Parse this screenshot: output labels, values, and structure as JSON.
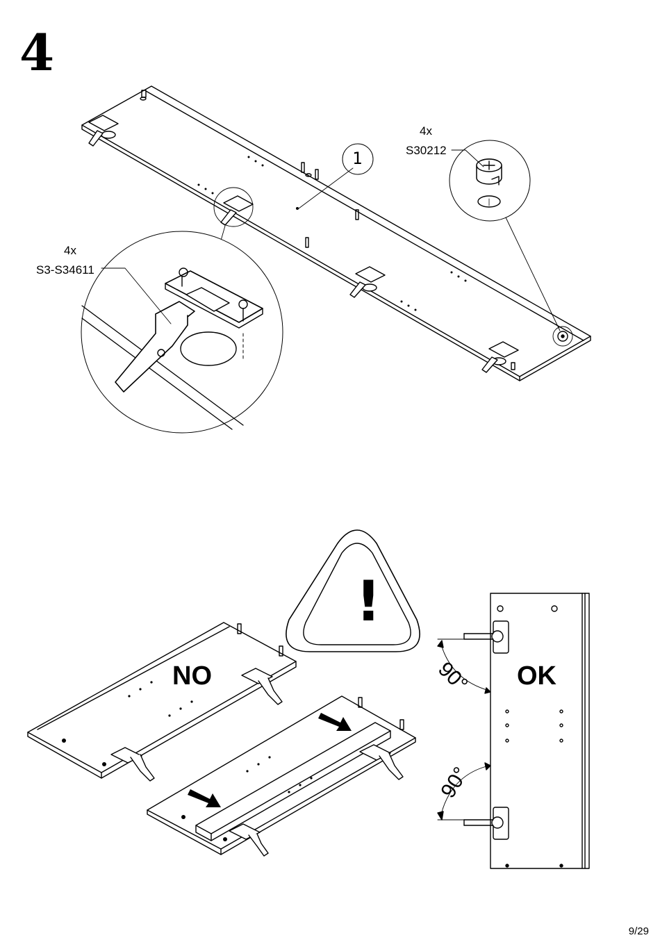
{
  "step_number": "4",
  "top_callouts": {
    "cam_qty": "4x",
    "cam_code": "S30212",
    "hinge_qty": "4x",
    "hinge_code": "S3-S34611",
    "part_number": "1"
  },
  "warning": {
    "symbol": "!",
    "wrong_label": "NO",
    "right_label": "OK",
    "angle_top": "90°",
    "angle_bottom": "90°"
  },
  "page_number": "9/29",
  "icons": [
    "hinge-icon",
    "cam-lock-icon",
    "warning-triangle-icon",
    "arrow-icon",
    "dowel-icon"
  ]
}
